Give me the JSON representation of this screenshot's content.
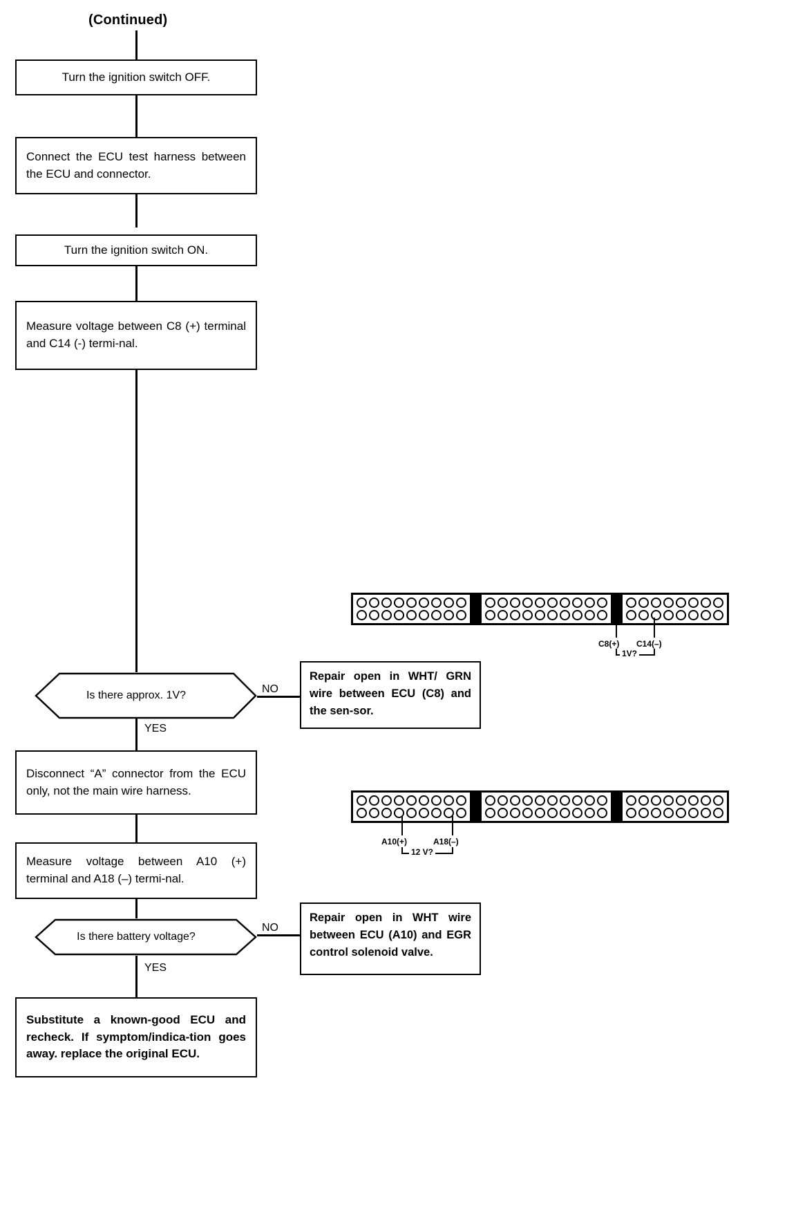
{
  "diagram": {
    "title": "(Continued)",
    "steps": [
      {
        "id": "step-ignition-off",
        "text": "Turn the ignition switch OFF."
      },
      {
        "id": "step-connect-harness",
        "text": "Connect the ECU test harness between the ECU and connector."
      },
      {
        "id": "step-ignition-on",
        "text": "Turn the ignition switch ON."
      },
      {
        "id": "step-measure-c8",
        "text": "Measure voltage between C8 (+) terminal and C14 (-) termi-nal."
      },
      {
        "id": "step-disconnect-a",
        "text": "Disconnect “A” connector from the ECU only, not the main wire harness."
      },
      {
        "id": "step-measure-a10",
        "text": "Measure voltage between A10 (+) terminal and A18 (–) termi-nal."
      },
      {
        "id": "step-substitute-ecu",
        "text": "Substitute a known-good ECU and recheck. If symptom/indica-tion goes away. replace the original ECU."
      }
    ],
    "decisions": [
      {
        "id": "decision-1v",
        "text": "Is there approx. 1V?",
        "yes_label": "YES",
        "no_label": "NO"
      },
      {
        "id": "decision-battery-voltage",
        "text": "Is there battery voltage?",
        "yes_label": "YES",
        "no_label": "NO"
      }
    ],
    "actions": [
      {
        "id": "action-repair-wht-grn",
        "text": "Repair open in WHT/ GRN wire between ECU (C8) and the sen-sor."
      },
      {
        "id": "action-repair-wht",
        "text": "Repair open in WHT wire between ECU (A10) and EGR control solenoid valve."
      }
    ],
    "connectors": [
      {
        "id": "connector-c",
        "blocks": [
          {
            "top_pins": 9,
            "bottom_pins": 9
          },
          {
            "top_pins": 10,
            "bottom_pins": 10
          },
          {
            "top_pins": 8,
            "bottom_pins": 8
          }
        ],
        "callout_positive": "C8(+)",
        "callout_negative": "C14(–)",
        "bracket_value": "1V?"
      },
      {
        "id": "connector-a",
        "blocks": [
          {
            "top_pins": 9,
            "bottom_pins": 9
          },
          {
            "top_pins": 10,
            "bottom_pins": 10
          },
          {
            "top_pins": 8,
            "bottom_pins": 8
          }
        ],
        "callout_positive": "A10(+)",
        "callout_negative": "A18(–)",
        "bracket_value": "12 V?"
      }
    ],
    "colors": {
      "ink": "#000000",
      "paper": "#ffffff"
    }
  }
}
